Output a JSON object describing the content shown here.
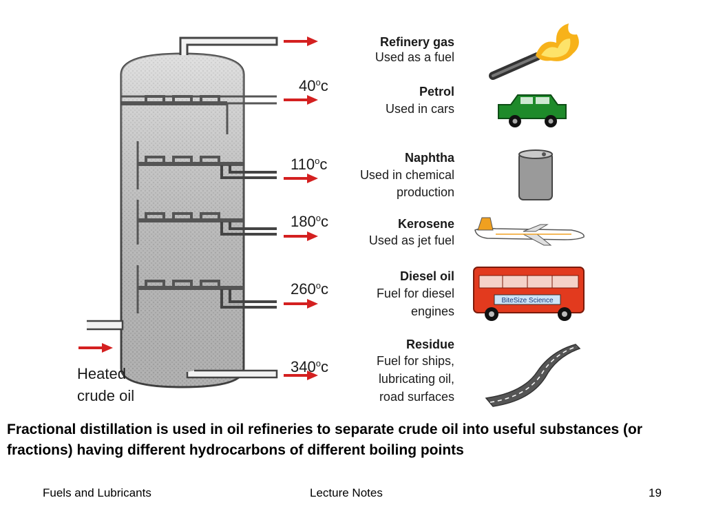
{
  "feed": {
    "line1": "Heated",
    "line2": "crude oil"
  },
  "fractions": [
    {
      "name": "Refinery gas",
      "use": [
        "Used as a fuel"
      ],
      "temp": "",
      "icon": "flame-torch-icon"
    },
    {
      "name": "Petrol",
      "use": [
        "Used in cars"
      ],
      "temp": "40",
      "icon": "car-icon"
    },
    {
      "name": "Naphtha",
      "use": [
        "Used in chemical",
        "production"
      ],
      "temp": "110",
      "icon": "barrel-icon"
    },
    {
      "name": "Kerosene",
      "use": [
        "Used as jet fuel"
      ],
      "temp": "180",
      "icon": "jet-airplane-icon"
    },
    {
      "name": "Diesel oil",
      "use": [
        "Fuel for diesel",
        "engines"
      ],
      "temp": "260",
      "icon": "bus-icon"
    },
    {
      "name": "Residue",
      "use": [
        "Fuel for ships,",
        "lubricating oil,",
        "road surfaces"
      ],
      "temp": "340",
      "icon": "road-icon"
    }
  ],
  "temp_unit": "c",
  "bus_sign": "BiteSize Science",
  "caption": "Fractional distillation is used in oil refineries to separate crude oil into useful substances (or fractions) having different hydrocarbons of different boiling points",
  "footer": {
    "left": "Fuels and Lubricants",
    "center": "Lecture Notes",
    "right": "19"
  },
  "colors": {
    "arrow": "#d42020",
    "column": "#c8c8c8",
    "pipe": "#555555",
    "car": "#1e8a2a",
    "bus": "#e23a1e",
    "flame": "#f7b21a"
  }
}
